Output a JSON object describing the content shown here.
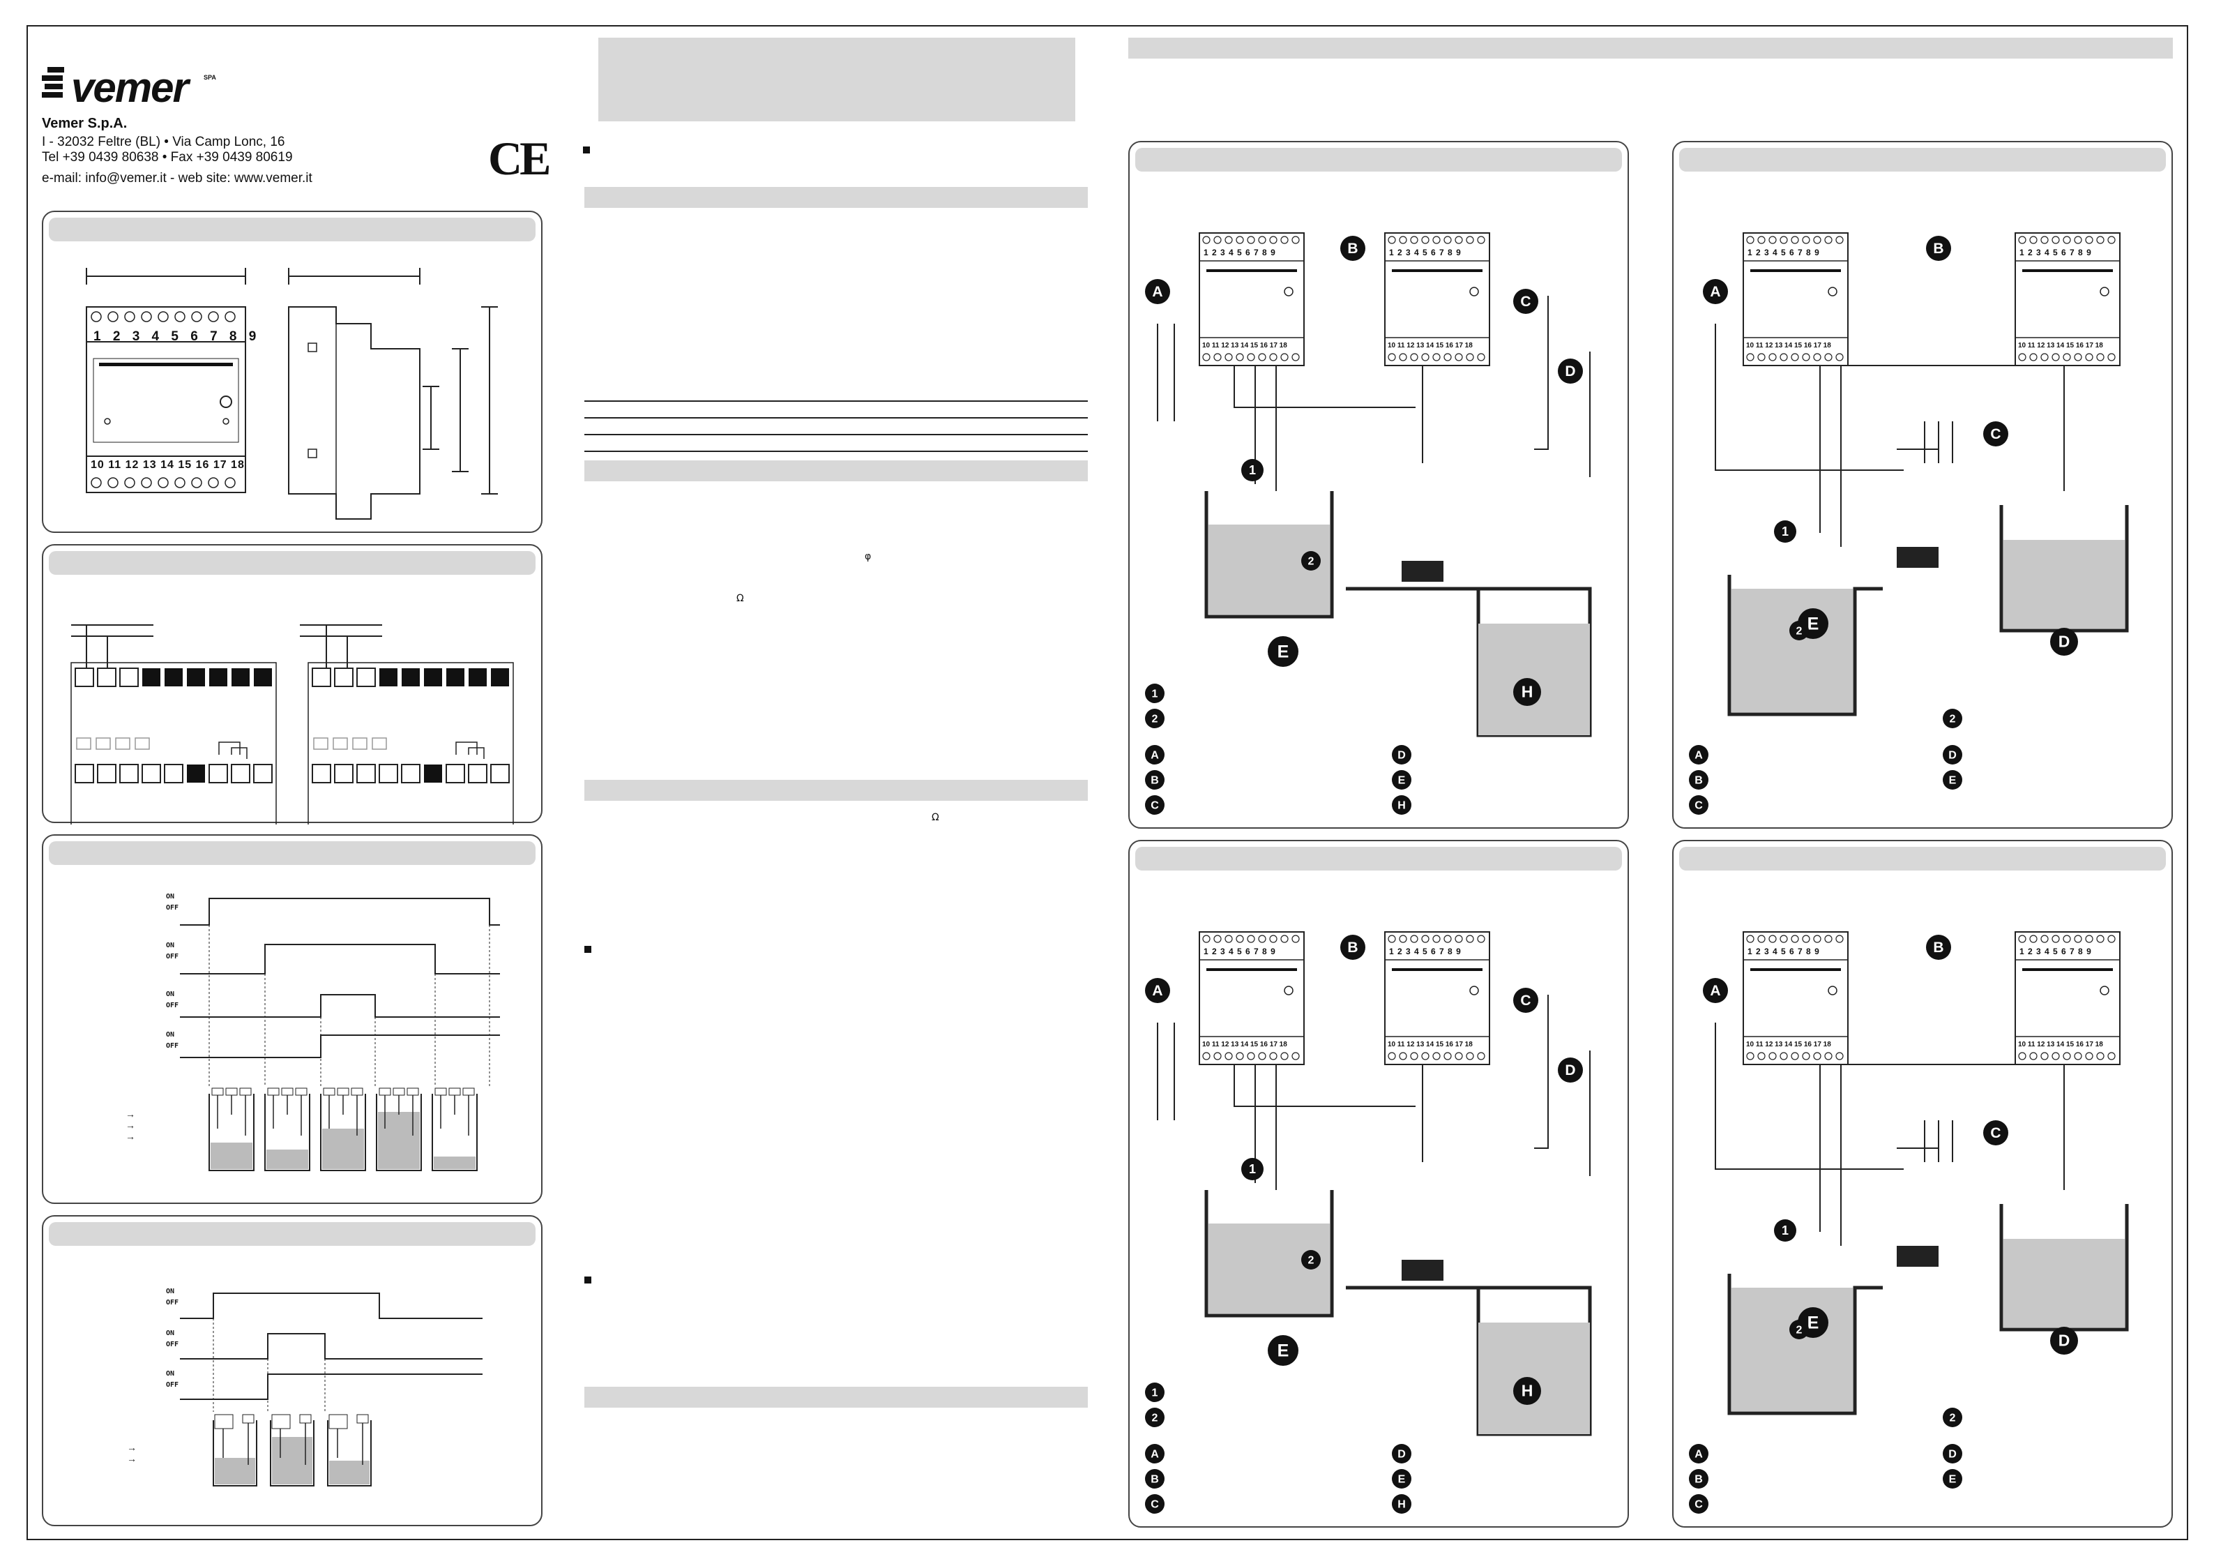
{
  "company": {
    "logo": "vemer",
    "logo_suffix": "SPA",
    "name": "Vemer S.p.A.",
    "address": "I - 32032 Feltre (BL) • Via Camp Lonc, 16",
    "phone": "Tel +39 0439 80638 • Fax +39 0439 80619",
    "web": "e-mail: info@vemer.it  -  web site: www.vemer.it",
    "ce_mark": "CE"
  },
  "device": {
    "top_terminals": [
      "1",
      "2",
      "3",
      "4",
      "5",
      "6",
      "7",
      "8",
      "9"
    ],
    "bottom_terminals": [
      "10",
      "11",
      "12",
      "13",
      "14",
      "15",
      "16",
      "17",
      "18"
    ],
    "top_terminals_compact": "1 2 3 4 5 6 7 8 9",
    "bottom_terminals_compact": "10 11 12 13 14 15 16 17 18"
  },
  "timing": {
    "on": "ON",
    "off": "OFF"
  },
  "symbols": {
    "phi": "φ",
    "omega1": "Ω",
    "omega2": "Ω"
  },
  "diagram_labels": {
    "A": "A",
    "B": "B",
    "C": "C",
    "D": "D",
    "E": "E",
    "H": "H",
    "one": "1",
    "two": "2"
  },
  "colors": {
    "panel_bar": "#d8d8d8",
    "water": "#c8c8c8",
    "ink": "#111111"
  }
}
